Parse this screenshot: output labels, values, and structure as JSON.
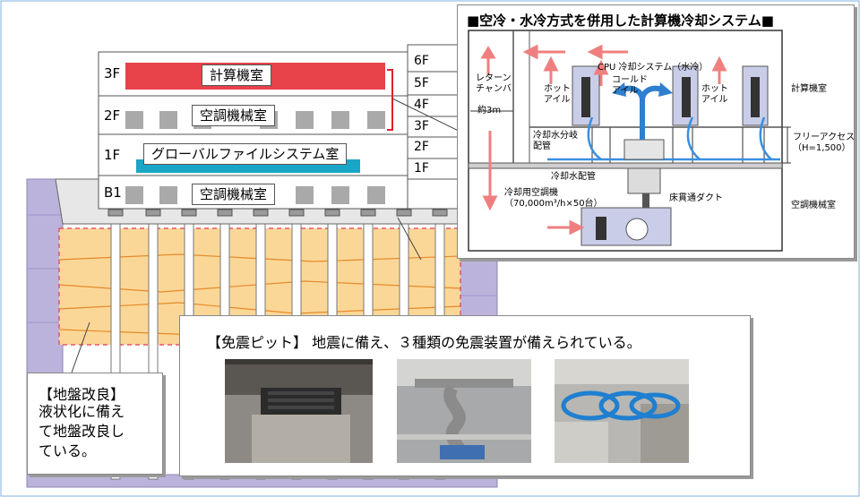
{
  "building": {
    "floors_left": [
      "3F",
      "2F",
      "1F",
      "B1"
    ],
    "floors_right": [
      "6F",
      "5F",
      "4F",
      "3F",
      "2F",
      "1F"
    ],
    "rooms": {
      "f3": "計算機室",
      "f2": "空調機械室",
      "f1": "グローバルファイルシステム室",
      "b1": "空調機械室"
    }
  },
  "inset": {
    "title": "■空冷・水冷方式を併用した計算機冷却システム■",
    "return_chamber": "レターン\nチャンバ",
    "width_note": "約3m",
    "hot_aisle": "ホット\nアイル",
    "cold_aisle": "コールド\nアイル",
    "cpu_cooling": "CPU 冷却システム（水冷）",
    "water_branch": "冷却水分岐\n配管",
    "water_pipe": "冷却水配管",
    "ac_unit": "冷却用空調機\n（70,000m³/h×50台）",
    "duct": "床貫通ダクト",
    "computer_room": "計算機室",
    "free_access": "フリーアクセス\n（H=1,500）",
    "ac_room": "空調機械室"
  },
  "ground": {
    "title": "【地盤改良】",
    "body": "液状化に備え\nて地盤改良し\nている。"
  },
  "pit": {
    "caption": "【免震ピット】 地震に備え、３種類の免震装置が備えられている。"
  },
  "colors": {
    "purple_wall": "#bcb3dc",
    "orange_ground": "#fbd797",
    "server_room_red": "#e8424a",
    "file_system_blue": "#1aa6c6",
    "arrow_pink": "#ef7f7f",
    "arrow_blue": "#2f7fcf"
  }
}
